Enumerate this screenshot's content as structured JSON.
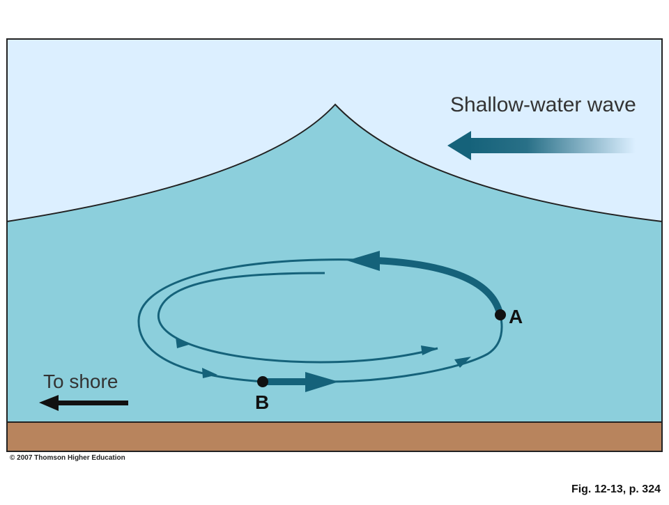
{
  "diagram": {
    "wave_label": "Shallow-water wave",
    "shore_label": "To shore",
    "point_a_label": "A",
    "point_b_label": "B"
  },
  "footer": {
    "copyright": "© 2007 Thomson Higher Education",
    "figure_ref": "Fig. 12-13, p. 324"
  },
  "colors": {
    "sky": "#dcefff",
    "water": "#8ccfdc",
    "seafloor": "#b8845d",
    "orbit": "#15627a",
    "frame": "#222222"
  }
}
